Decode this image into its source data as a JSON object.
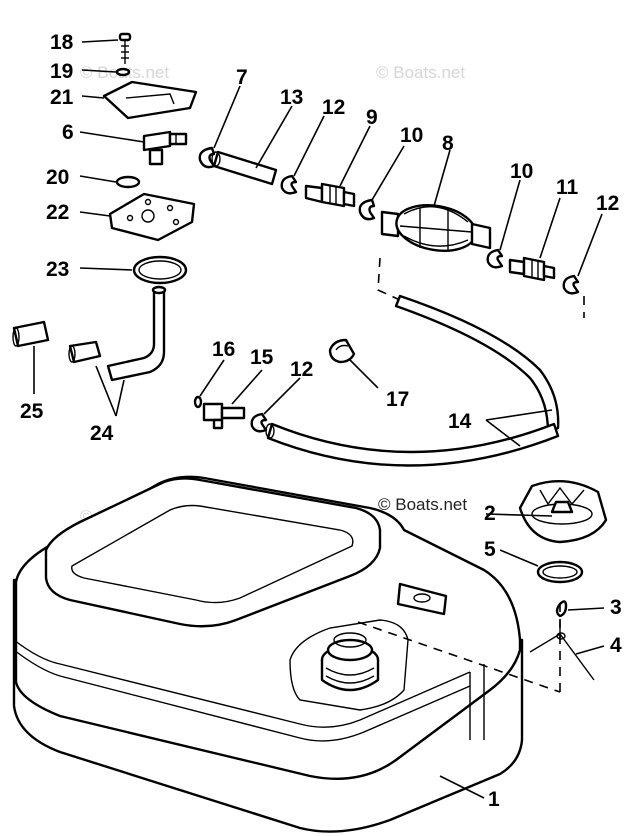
{
  "diagram": {
    "callouts": {
      "c1": "1",
      "c2": "2",
      "c3": "3",
      "c4": "4",
      "c5": "5",
      "c6": "6",
      "c7": "7",
      "c8": "8",
      "c9": "9",
      "c10a": "10",
      "c10b": "10",
      "c11": "11",
      "c12a": "12",
      "c12b": "12",
      "c12c": "12",
      "c13": "13",
      "c14": "14",
      "c15": "15",
      "c16": "16",
      "c17": "17",
      "c18": "18",
      "c19": "19",
      "c20": "20",
      "c21": "21",
      "c22": "22",
      "c23": "23",
      "c24": "24",
      "c25": "25"
    },
    "watermarks": {
      "top_right": "© Boats.net",
      "middle": "© Boats.net",
      "left": "© Boats.net",
      "top_left": "© Boats.net"
    }
  }
}
